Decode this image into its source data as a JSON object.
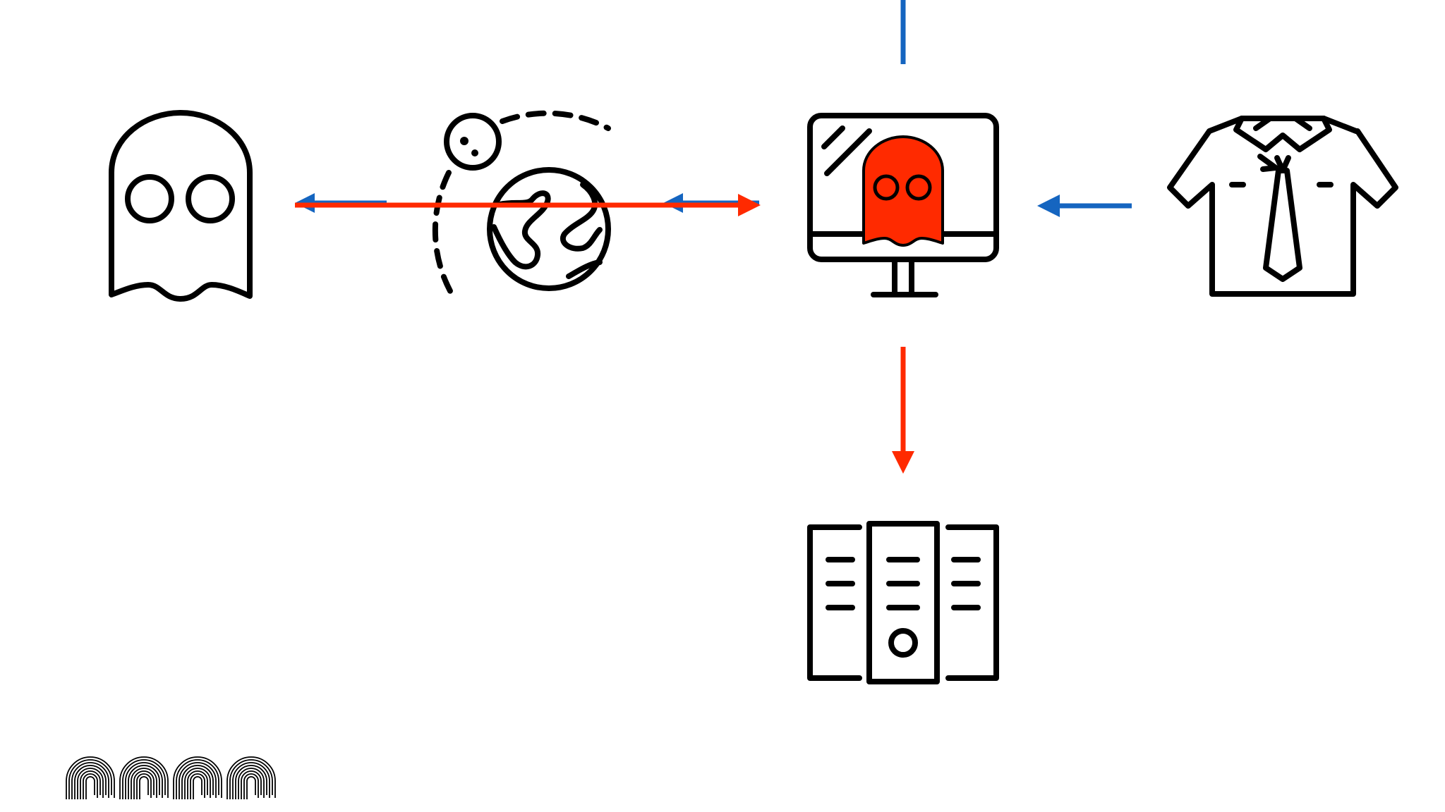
{
  "colors": {
    "background": "#ffffff",
    "ink": "#000000",
    "attack_red": "#ff2a00",
    "flow_blue": "#1565c0"
  },
  "nodes": [
    {
      "id": "attacker",
      "icon": "ghost-icon"
    },
    {
      "id": "internet",
      "icon": "globe-orbit-icon"
    },
    {
      "id": "victim-computer",
      "icon": "monitor-with-ghost-icon"
    },
    {
      "id": "employee",
      "icon": "shirt-tie-icon"
    },
    {
      "id": "server",
      "icon": "server-rack-icon"
    },
    {
      "id": "footer-logo",
      "icon": "fingerprints-icon"
    }
  ],
  "connections": [
    {
      "from": "victim-computer",
      "to": "attacker",
      "color": "flow_blue",
      "style": "arrow"
    },
    {
      "from": "attacker",
      "to": "victim-computer",
      "color": "attack_red",
      "style": "arrow"
    },
    {
      "from": "employee",
      "to": "victim-computer",
      "color": "flow_blue",
      "style": "arrow"
    },
    {
      "from": "victim-computer",
      "to": "server",
      "color": "attack_red",
      "style": "arrow"
    },
    {
      "from": "top",
      "to": "victim-computer",
      "color": "flow_blue",
      "style": "line"
    }
  ]
}
